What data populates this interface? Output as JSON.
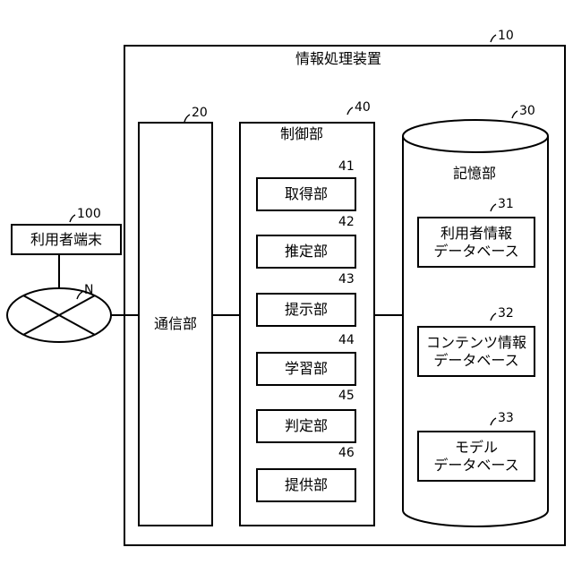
{
  "device": {
    "title": "情報処理装置",
    "ref": "10"
  },
  "terminal": {
    "label": "利用者端末",
    "ref": "100"
  },
  "network": {
    "ref": "N"
  },
  "comm": {
    "label": "通信部",
    "ref": "20"
  },
  "control": {
    "label": "制御部",
    "ref": "40",
    "units": [
      {
        "label": "取得部",
        "ref": "41"
      },
      {
        "label": "推定部",
        "ref": "42"
      },
      {
        "label": "提示部",
        "ref": "43"
      },
      {
        "label": "学習部",
        "ref": "44"
      },
      {
        "label": "判定部",
        "ref": "45"
      },
      {
        "label": "提供部",
        "ref": "46"
      }
    ]
  },
  "storage": {
    "label": "記憶部",
    "ref": "30",
    "dbs": [
      {
        "label": "利用者情報\nデータベース",
        "ref": "31"
      },
      {
        "label": "コンテンツ情報\nデータベース",
        "ref": "32"
      },
      {
        "label": "モデル\nデータベース",
        "ref": "33"
      }
    ]
  }
}
